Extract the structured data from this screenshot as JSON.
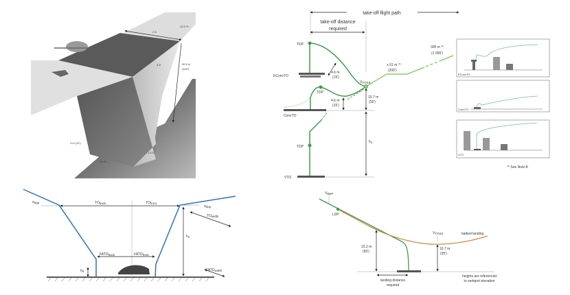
{
  "render3d": {
    "dim_top_width": "2 D",
    "dim_top_length": "3 D",
    "slope": "12.5 %",
    "height": "30.5 m",
    "height_ft": "(100')",
    "fato_height": "3 m (10')",
    "base_width": "1.5 D",
    "base_length": "1.5 D"
  },
  "takeoff": {
    "flight_path": "take-off flight path",
    "distance_line1": "take-off distance",
    "distance_line2": "required",
    "tdp": "TDP",
    "econvto": "EConvTO",
    "convto": "ConvTO",
    "vto": "VTO",
    "clearance1": "4.6 m",
    "clearance1_ft": "(15')",
    "clearance2": "4.6 m",
    "clearance2_ft": "(15')",
    "vtoss": "V",
    "vtoss_sub": "TOSS",
    "height_107": "10.7 m",
    "height_107_ft": "(35')",
    "h1": "h",
    "h1_sub": "1",
    "seg1": "≥ 61 m",
    "seg1_note": "(A)",
    "seg1_ft": "(200')",
    "seg2": "305 m",
    "seg2_note": "(A)",
    "seg2_ft": "(1 000')",
    "panels": [
      "EConvTO",
      "ConvTO",
      "VTO"
    ],
    "note_mark": "(A)",
    "note": "See Note A"
  },
  "section": {
    "alpha_app": "α",
    "alpha_app_sub": "app",
    "alpha_dep": "α",
    "alpha_dep_sub": "dep",
    "to_back": "TO",
    "to_back_sub": "back",
    "to_front": "TO",
    "to_front_sub": "front",
    "to_width": "TO",
    "to_width_sub": "width",
    "h1": "h",
    "h1_sub": "1",
    "h0": "h",
    "h0_sub": "0",
    "fato_back": "FATO",
    "fato_back_sub": "back",
    "fato_front": "FATO",
    "fato_front_sub": "front",
    "fato_width": "FATO",
    "fato_width_sub": "width"
  },
  "landing": {
    "vbep": "V",
    "vbep_sub": "BEP",
    "ldp": "LDP",
    "height_152": "15.2 m",
    "height_152_ft": "(50')",
    "vtoss": "V",
    "vtoss_sub": "TOSS",
    "height_107": "10.7 m",
    "height_107_ft": "(35')",
    "balked": "balked landing",
    "distance_line1": "landing distance",
    "distance_line2": "required",
    "ref_line1": "heights are referenced",
    "ref_line2": "to vertiport elevation"
  },
  "colors": {
    "green": "#3f9a4a",
    "light_green": "#8ccf6a",
    "blue": "#2f6fc0",
    "orange": "#d08a4a"
  }
}
